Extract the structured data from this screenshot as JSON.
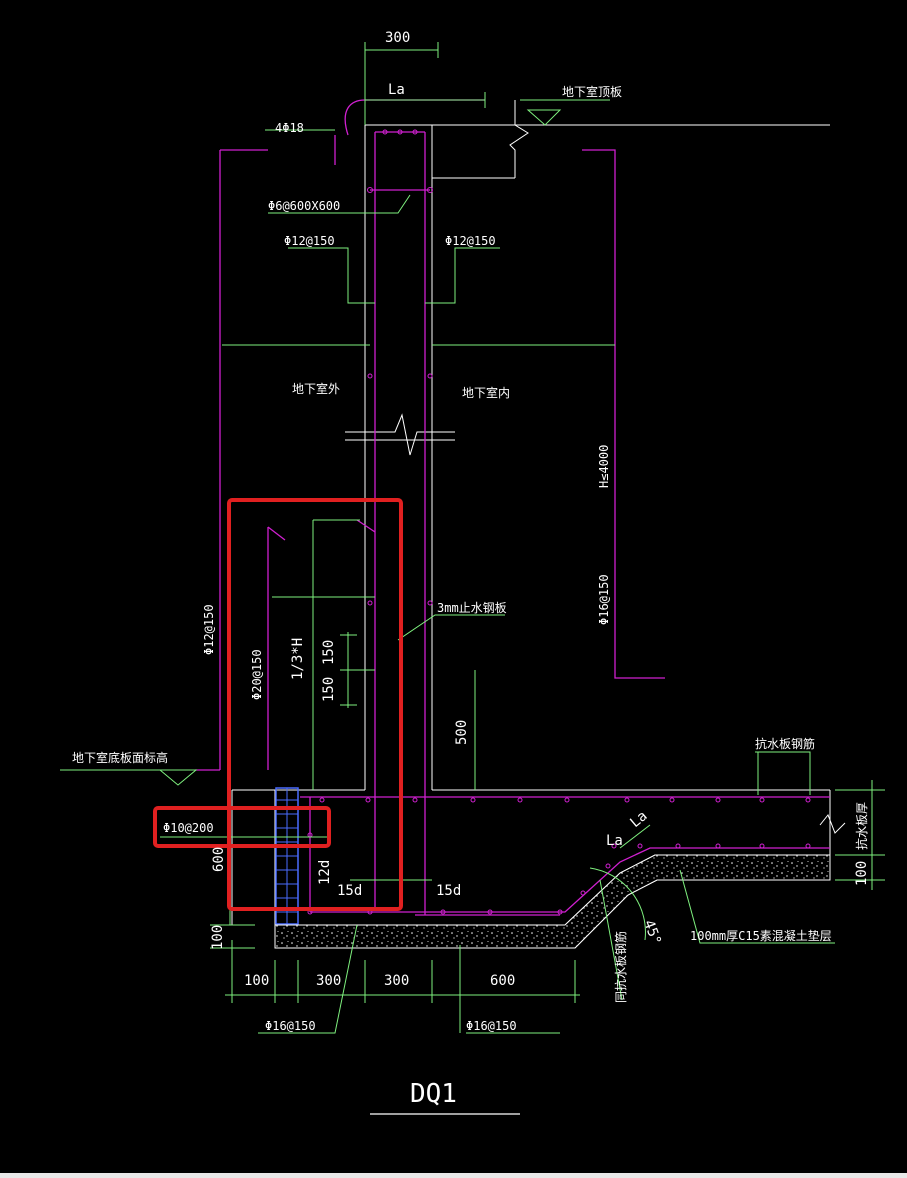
{
  "drawing": {
    "title": "DQ1",
    "colors": {
      "background": "#000000",
      "wall_outline": "#ffffff",
      "rebar": "#d020d0",
      "dimension": "#7ef07e",
      "text": "#ffffff",
      "highlight": "#e02020",
      "waterproof": "#4a6cff"
    },
    "labels": {
      "top_dim": "300",
      "la_top": "La",
      "roof_slab": "地下室顶板",
      "top_bars": "4Φ18",
      "tie": "Φ6@600X600",
      "horiz_left": "Φ12@150",
      "horiz_right": "Φ12@150",
      "outside": "地下室外",
      "inside": "地下室内",
      "height": "H≤4000",
      "vert_right": "Φ16@150",
      "outer_vert": "Φ12@150",
      "dowel": "Φ20@150",
      "third_h": "1/3*H",
      "dim_150a": "150",
      "dim_150b": "150",
      "steel_plate": "3mm止水钢板",
      "dim_500": "500",
      "floor_level": "地下室底板面标高",
      "anti_float_rebar": "抗水板钢筋",
      "slab_thickness": "抗水板厚",
      "stirrup": "Φ10@200",
      "dim_600": "600",
      "dim_12d": "12d",
      "dim_15d_left": "15d",
      "dim_15d_right": "15d",
      "la_bottom_1": "La",
      "la_bottom_2": "La",
      "angle": "45°",
      "cushion": "100mm厚C15素混凝土垫层",
      "dim_100_right": "100",
      "dim_100_left": "100",
      "dim_100_bottom": "100",
      "dim_300_a": "300",
      "dim_300_b": "300",
      "dim_600_bottom": "600",
      "same_rebar": "同抗水板钢筋",
      "bottom_bar_left": "Φ16@150",
      "bottom_bar_right": "Φ16@150"
    }
  }
}
